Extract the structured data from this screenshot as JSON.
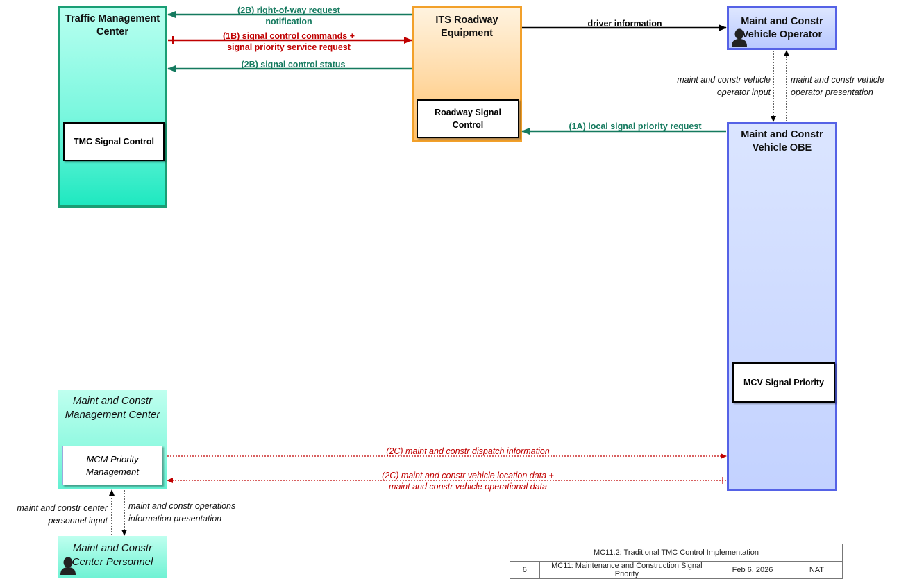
{
  "entities": {
    "tmc": {
      "title": "Traffic Management\nCenter",
      "sub": "TMC Signal Control"
    },
    "its": {
      "title": "ITS Roadway\nEquipment",
      "sub": "Roadway Signal\nControl"
    },
    "mcvo": {
      "title": "Maint and Constr\nVehicle Operator"
    },
    "mcvobe": {
      "title": "Maint and Constr\nVehicle OBE",
      "sub": "MCV Signal Priority"
    },
    "mcm": {
      "title": "Maint and Constr\nManagement Center",
      "sub": "MCM Priority\nManagement"
    },
    "mcp": {
      "title": "Maint and Constr\nCenter Personnel"
    }
  },
  "flows": {
    "row_notification": "(2B) right-of-way request\nnotification",
    "signal_commands": "(1B) signal control commands +\nsignal priority service request",
    "signal_status": "(2B) signal control status",
    "driver_info": "driver information",
    "operator_input": "maint and constr vehicle\noperator input",
    "operator_presentation": "maint and constr vehicle\noperator presentation",
    "local_priority": "(1A) local signal priority request",
    "dispatch_info": "(2C) maint and constr dispatch information",
    "location_data": "(2C) maint and constr vehicle location data +\nmaint and constr vehicle operational data",
    "personnel_input": "maint and constr center\npersonnel input",
    "ops_presentation": "maint and constr operations\ninformation presentation"
  },
  "colors": {
    "green_flow": "#157a5f",
    "red_flow": "#c00000",
    "black_flow": "#000000"
  },
  "footer": {
    "title": "MC11.2: Traditional TMC Control Implementation",
    "page": "6",
    "service": "MC11: Maintenance and Construction Signal Priority",
    "date": "Feb 6, 2026",
    "scope": "NAT"
  }
}
